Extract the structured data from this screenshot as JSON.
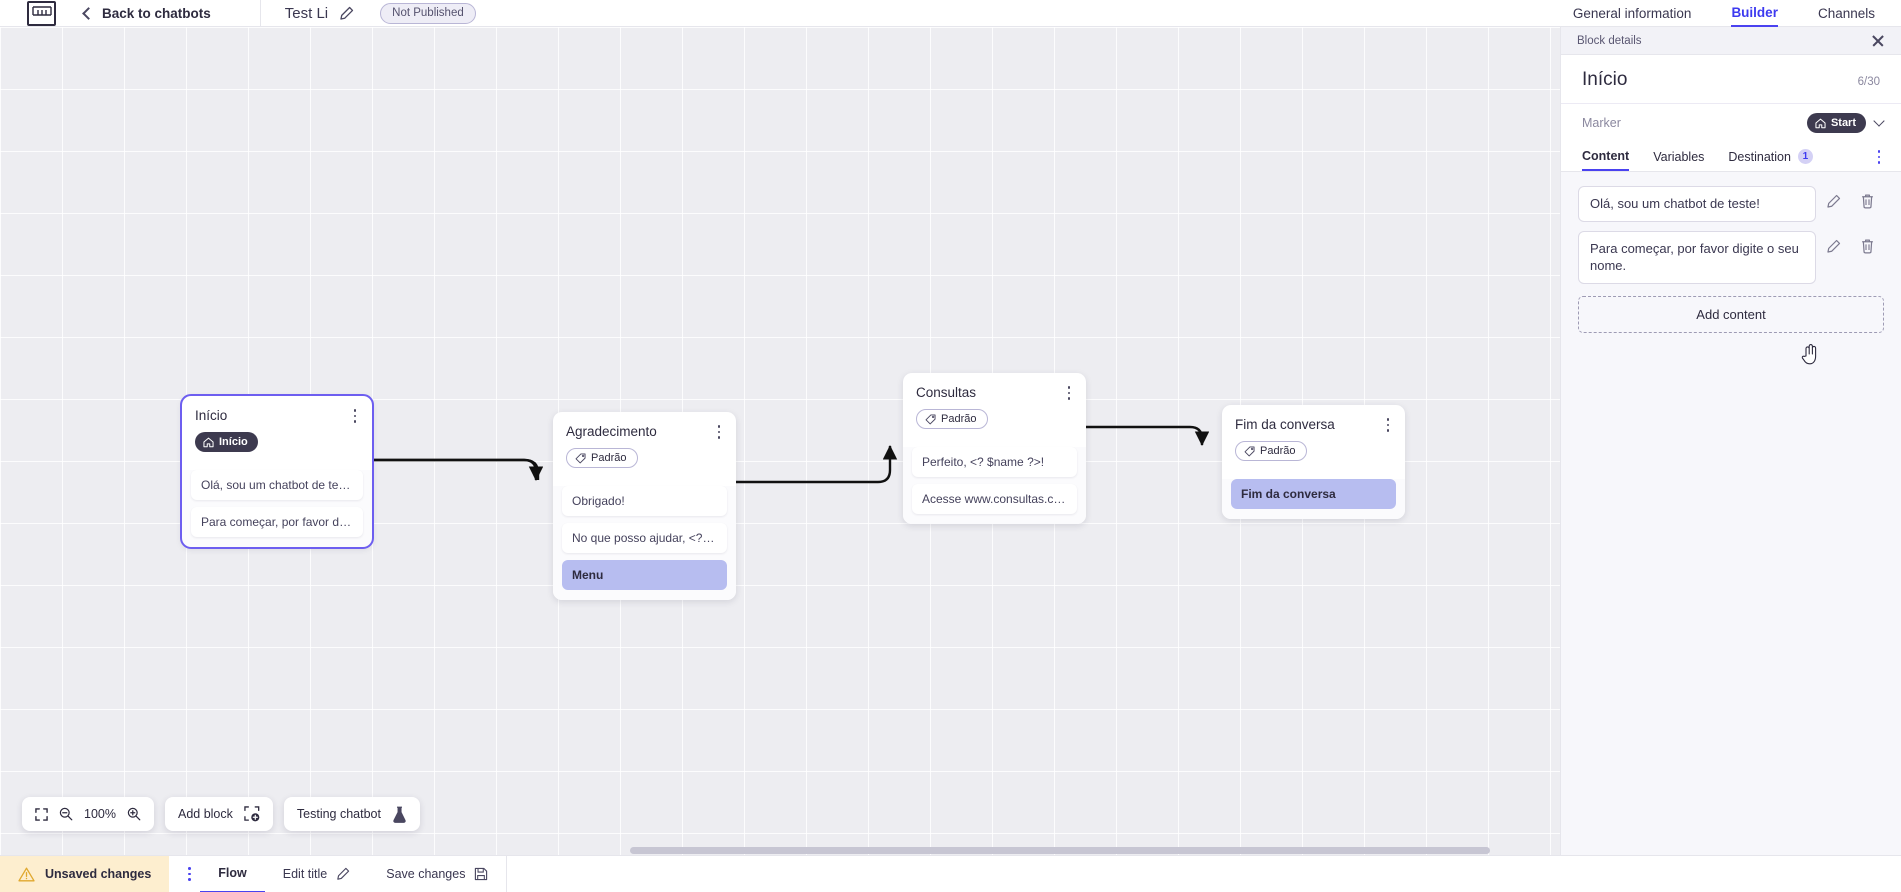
{
  "header": {
    "logo_alt": "app-logo",
    "back_label": "Back to chatbots",
    "bot_title": "Test Li",
    "edit_title_icon": "pencil-icon",
    "publish_status": "Not Published",
    "tabs": [
      {
        "label": "General information",
        "active": false
      },
      {
        "label": "Builder",
        "active": true
      },
      {
        "label": "Channels",
        "active": false
      }
    ]
  },
  "canvas": {
    "zoom_level": "100%",
    "tools": {
      "fit_icon": "fit-screen-icon",
      "zoom_out_icon": "zoom-out-icon",
      "zoom_in_icon": "zoom-in-icon",
      "add_block_label": "Add block",
      "add_block_icon": "add-block-icon",
      "testing_label": "Testing chatbot",
      "testing_icon": "flask-icon"
    },
    "blocks": [
      {
        "id": "inicio",
        "title": "Início",
        "badge": "Início",
        "badge_type": "start",
        "badge_icon": "home-icon",
        "selected": true,
        "messages": [
          {
            "text": "Olá, sou um chatbot de teste!",
            "highlight": false
          },
          {
            "text": "Para começar, por favor digite o ...",
            "highlight": false
          }
        ]
      },
      {
        "id": "agradecimento",
        "title": "Agradecimento",
        "badge": "Padrão",
        "badge_type": "padrao",
        "badge_icon": "tag-icon",
        "selected": false,
        "messages": [
          {
            "text": "Obrigado!",
            "highlight": false
          },
          {
            "text": "No que posso ajudar, <? $name ...",
            "highlight": false
          },
          {
            "text": "Menu",
            "highlight": true
          }
        ]
      },
      {
        "id": "consultas",
        "title": "Consultas",
        "badge": "Padrão",
        "badge_type": "padrao",
        "badge_icon": "tag-icon",
        "selected": false,
        "messages": [
          {
            "text": "Perfeito, <? $name ?>!",
            "highlight": false
          },
          {
            "text": "Acesse www.consultas.com par...",
            "highlight": false
          }
        ]
      },
      {
        "id": "fim",
        "title": "Fim da conversa",
        "badge": "Padrão",
        "badge_type": "padrao",
        "badge_icon": "tag-icon",
        "selected": false,
        "messages": [
          {
            "text": "Fim da conversa",
            "highlight": true
          }
        ]
      }
    ]
  },
  "panel": {
    "header_label": "Block details",
    "close_icon": "close-icon",
    "title": "Início",
    "char_count": "6/30",
    "marker_label": "Marker",
    "marker_value": "Start",
    "marker_icon": "home-icon",
    "marker_chevron": "chevron-down-icon",
    "tabs": [
      {
        "label": "Content",
        "active": true,
        "badge": null
      },
      {
        "label": "Variables",
        "active": false,
        "badge": null
      },
      {
        "label": "Destination",
        "active": false,
        "badge": "1"
      }
    ],
    "more_icon": "more-vertical-icon",
    "contents": [
      {
        "text": "Olá, sou um chatbot de teste!",
        "edit_icon": "pencil-icon",
        "delete_icon": "trash-icon"
      },
      {
        "text": "Para começar, por favor digite o seu nome.",
        "edit_icon": "pencil-icon",
        "delete_icon": "trash-icon"
      }
    ],
    "add_content_label": "Add content"
  },
  "bottombar": {
    "unsaved_label": "Unsaved changes",
    "warning_icon": "warning-triangle-icon",
    "menu_icon": "more-vertical-icon",
    "items": [
      {
        "label": "Flow",
        "active": true,
        "icon": null
      },
      {
        "label": "Edit title",
        "active": false,
        "icon": "pencil-icon"
      },
      {
        "label": "Save changes",
        "active": false,
        "icon": "save-icon"
      }
    ]
  },
  "colors": {
    "accent": "#4a42f0",
    "dark": "#3d3a4f",
    "highlight_msg": "#b7bdf0",
    "warn_bg": "#fdeecf",
    "canvas_bg": "#ededf1"
  }
}
